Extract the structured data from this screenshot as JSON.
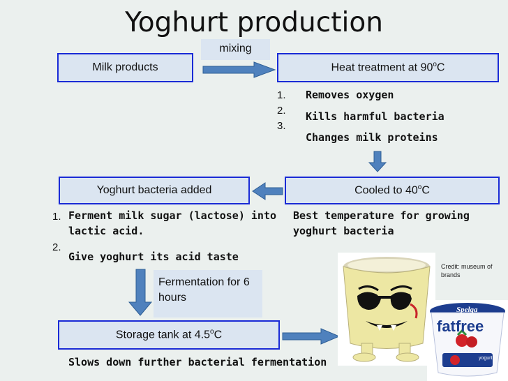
{
  "title": "Yoghurt production",
  "mixing_label": "mixing",
  "boxes": {
    "milk": "Milk products",
    "heat": "Heat treatment at 90",
    "bacteria": "Yoghurt bacteria added",
    "cooled": "Cooled to 40",
    "storage": "Storage tank at 4.5"
  },
  "degree": {
    "sup": "o",
    "unit": "C"
  },
  "heat_effects": {
    "numbers": [
      "1.",
      "2.",
      "3."
    ],
    "items": [
      "Removes oxygen",
      "Kills harmful bacteria",
      "Changes milk proteins"
    ]
  },
  "bacteria_effects": {
    "numbers": [
      "1.",
      "2."
    ],
    "items": [
      "Ferment milk sugar (lactose) into lactic acid.",
      "Give yoghurt its acid taste"
    ]
  },
  "cooled_note": "Best temperature for growing yoghurt bacteria",
  "fermentation_label": "Fermentation for 6 hours",
  "storage_note": "Slows down further bacterial fermentation",
  "credit": "Credit: museum of brands",
  "product_brand": "Spelga",
  "product_name": "fatfree",
  "product_sub": "yogurt"
}
